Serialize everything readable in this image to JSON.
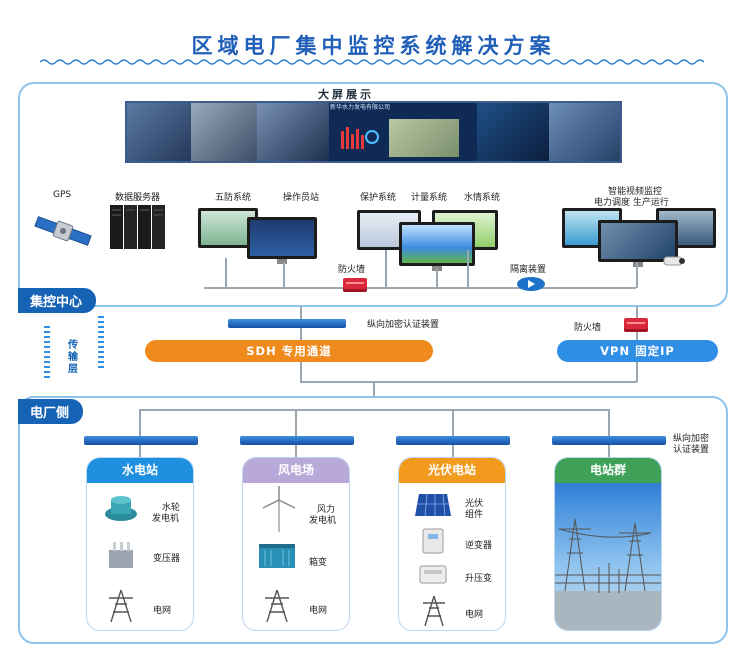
{
  "title": "区域电厂集中监控系统解决方案",
  "big_screen": {
    "label": "大屏展示",
    "company": "新华水力发电有限公司"
  },
  "control_center": {
    "tab": "集控中心",
    "devices": {
      "gps": "GPS",
      "data_server": "数据服务器",
      "wufang": "五防系统",
      "operator": "操作员站",
      "protection": "保护系统",
      "metering": "计量系统",
      "water": "水情系统",
      "video_line1": "智能视频监控",
      "video_line2": "电力调度  生产运行"
    },
    "firewall_label": "防火墙",
    "isolation_label": "隔离装置"
  },
  "transmission": {
    "label_chars": [
      "传",
      "输",
      "层"
    ],
    "encrypt_label": "纵向加密认证装置",
    "firewall_label": "防火墙",
    "sdh": "SDH  专用通道",
    "vpn": "VPN  固定IP"
  },
  "plant_side": {
    "tab": "电厂侧",
    "encrypt_label_line1": "纵向加密",
    "encrypt_label_line2": "认证装置",
    "stations": [
      {
        "name": "水电站",
        "color": "#1f8fe0",
        "items": [
          {
            "icon": "turbine-generator-icon",
            "text1": "水轮",
            "text2": "发电机"
          },
          {
            "icon": "transformer-icon",
            "text1": "变压器",
            "text2": ""
          },
          {
            "icon": "power-grid-icon",
            "text1": "电网",
            "text2": ""
          }
        ]
      },
      {
        "name": "风电场",
        "color": "#b9a9d8",
        "items": [
          {
            "icon": "wind-turbine-icon",
            "text1": "风力",
            "text2": "发电机"
          },
          {
            "icon": "box-transformer-icon",
            "text1": "箱变",
            "text2": ""
          },
          {
            "icon": "power-grid-icon",
            "text1": "电网",
            "text2": ""
          }
        ]
      },
      {
        "name": "光伏电站",
        "color": "#f29a1e",
        "items": [
          {
            "icon": "solar-panel-icon",
            "text1": "光伏",
            "text2": "组件"
          },
          {
            "icon": "inverter-icon",
            "text1": "逆变器",
            "text2": ""
          },
          {
            "icon": "booster-transformer-icon",
            "text1": "升压变",
            "text2": ""
          },
          {
            "icon": "power-grid-icon",
            "text1": "电网",
            "text2": ""
          }
        ]
      },
      {
        "name": "电站群",
        "color": "#3fa158",
        "items": []
      }
    ]
  }
}
